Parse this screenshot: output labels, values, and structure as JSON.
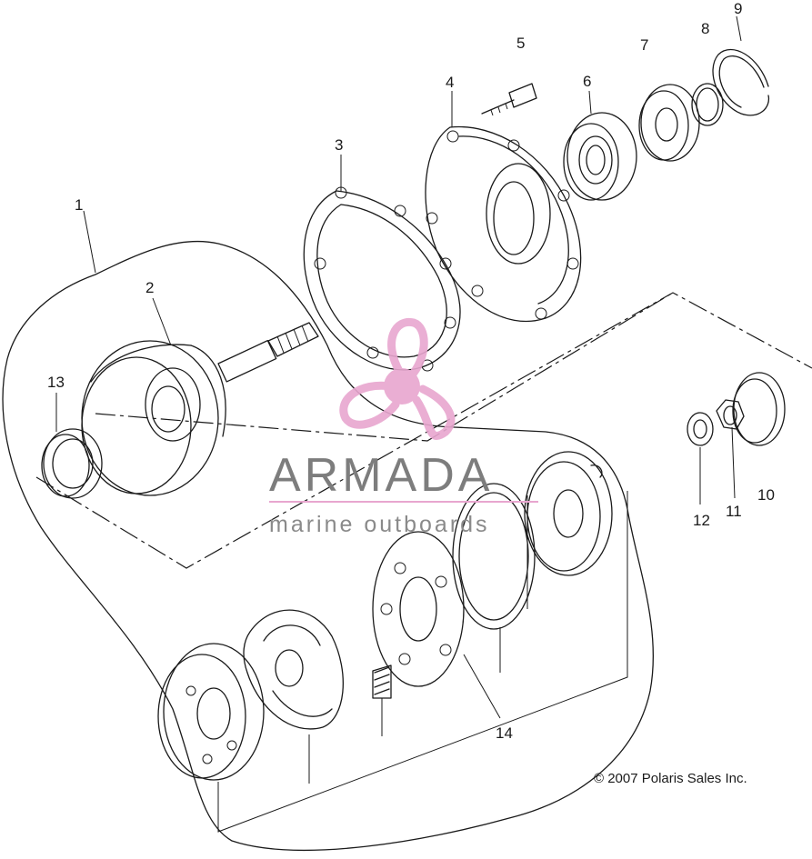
{
  "callouts": [
    {
      "id": "1",
      "label": "1"
    },
    {
      "id": "2",
      "label": "2"
    },
    {
      "id": "3",
      "label": "3"
    },
    {
      "id": "4",
      "label": "4"
    },
    {
      "id": "5",
      "label": "5"
    },
    {
      "id": "6",
      "label": "6"
    },
    {
      "id": "7",
      "label": "7"
    },
    {
      "id": "8",
      "label": "8"
    },
    {
      "id": "9",
      "label": "9"
    },
    {
      "id": "10",
      "label": "10"
    },
    {
      "id": "11",
      "label": "11"
    },
    {
      "id": "12",
      "label": "12"
    },
    {
      "id": "13",
      "label": "13"
    },
    {
      "id": "14",
      "label": "14"
    }
  ],
  "copyright": "© 2007 Polaris Sales Inc.",
  "watermark": {
    "title": "ARMADA",
    "subtitle": "marine outboards",
    "accent_color": "#e8a6cf",
    "icon": "propeller-logo-icon"
  },
  "colors": {
    "line": "#1a1a1a",
    "background": "#ffffff",
    "watermark_text": "#7d7d7d"
  }
}
